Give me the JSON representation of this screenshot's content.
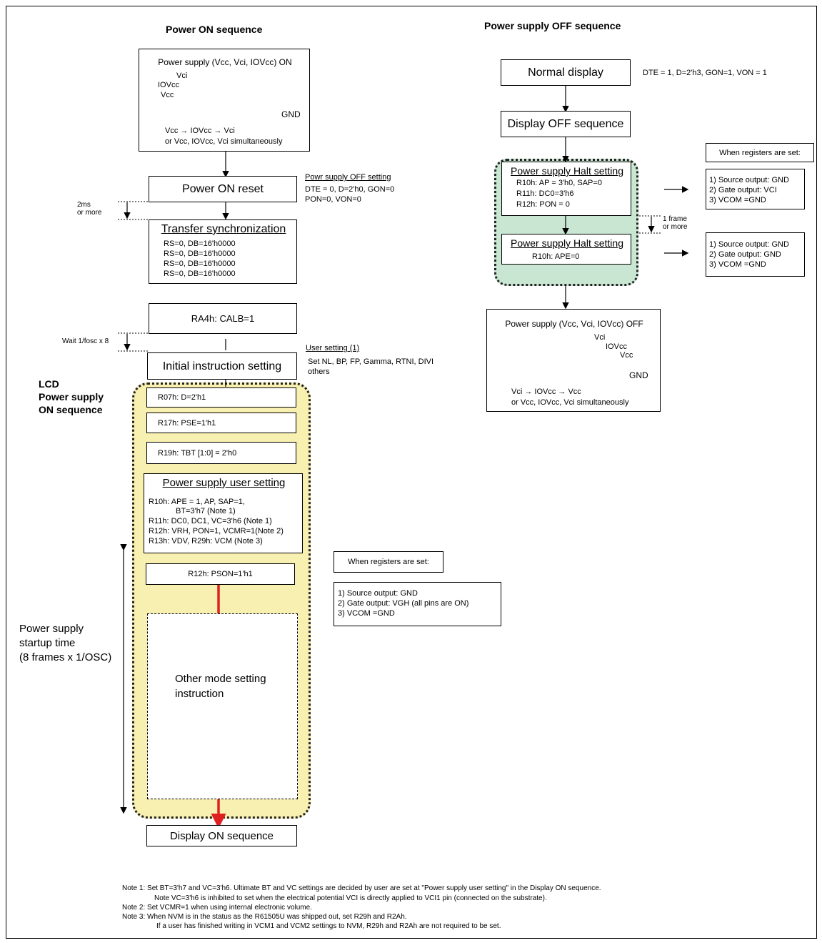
{
  "left": {
    "title": "Power ON sequence",
    "psu_on_box": {
      "title": "Power supply (Vcc, Vci, IOVcc) ON",
      "label_vci": "Vci",
      "label_iovcc": "IOVcc",
      "label_vcc": "Vcc",
      "label_gnd": "GND",
      "order": "Vcc → IOVcc → Vci",
      "alt": "or Vcc, IOVcc, Vci simultaneously"
    },
    "power_on_reset": "Power ON reset",
    "off_setting": {
      "title": "Powr supply OFF setting",
      "line1": "DTE = 0, D=2'h0, GON=0",
      "line2": "PON=0, VON=0"
    },
    "wait_2ms": {
      "line1": "2ms",
      "line2": "or more"
    },
    "transfer_sync": {
      "title": "Transfer synchronization",
      "lines": [
        "RS=0, DB=16'h0000",
        "RS=0, DB=16'h0000",
        "RS=0, DB=16'h0000",
        "RS=0, DB=16'h0000"
      ]
    },
    "ra4h": "RA4h: CALB=1",
    "wait_fosc": "Wait 1/fosc x 8",
    "user_setting": {
      "title": "User setting (1)",
      "line1": "Set NL, BP, FP, Gamma, RTNI, DIVI",
      "line2": "others"
    },
    "initial_instruction": "Initial instruction setting",
    "lcd_label": {
      "line1": "LCD",
      "line2": "Power supply",
      "line3": "ON sequence"
    },
    "r07h": "R07h: D=2'h1",
    "r17h": "R17h: PSE=1'h1",
    "r19h": "R19h: TBT [1:0] = 2'h0",
    "psu_user": {
      "title": "Power supply user setting",
      "lines": [
        "R10h: APE = 1, AP, SAP=1,",
        "BT=3'h7 (Note 1)",
        "R11h: DC0, DC1, VC=3'h6 (Note 1)",
        "R12h: VRH, PON=1, VCMR=1(Note 2)",
        "R13h: VDV, R29h: VCM (Note 3)"
      ]
    },
    "r12h_pson": "R12h: PSON=1'h1",
    "other_mode": {
      "line1": "Other mode setting",
      "line2": "instruction"
    },
    "startup_time": {
      "line1": "Power supply",
      "line2": "startup time",
      "line3": "(8 frames x 1/OSC)"
    },
    "display_on": "Display ON sequence",
    "when_set": "When registers are set:",
    "outputs": [
      "1) Source output: GND",
      "2) Gate output: VGH (all pins are ON)",
      "3) VCOM =GND"
    ]
  },
  "right": {
    "title": "Power supply OFF sequence",
    "normal_display": "Normal display",
    "normal_params": "DTE = 1, D=2'h3, GON=1, VON = 1",
    "display_off": "Display OFF sequence",
    "when_set": "When registers are set:",
    "halt1": {
      "title": "Power supply Halt setting",
      "lines": [
        "R10h: AP = 3'h0, SAP=0",
        "R11h: DC0=3'h6",
        "R12h: PON = 0"
      ]
    },
    "halt1_outputs": [
      "1) Source output: GND",
      "2) Gate output: VCI",
      "3) VCOM =GND"
    ],
    "one_frame": {
      "line1": "1 frame",
      "line2": "or more"
    },
    "halt2": {
      "title": "Power supply Halt setting",
      "line": "R10h: APE=0"
    },
    "halt2_outputs": [
      "1) Source output: GND",
      "2) Gate output: GND",
      "3) VCOM =GND"
    ],
    "psu_off_box": {
      "title": "Power supply (Vcc, Vci, IOVcc) OFF",
      "label_vci": "Vci",
      "label_iovcc": "IOVcc",
      "label_vcc": "Vcc",
      "label_gnd": "GND",
      "order": "Vci → IOVcc → Vcc",
      "alt": "or Vcc, IOVcc, Vci simultaneously"
    }
  },
  "notes": [
    "Note 1: Set BT=3'h7 and VC=3'h6. Ultimate BT and VC settings are decided by user are set at \"Power supply user setting\" in the Display ON sequence.",
    "Note VC=3'h6 is inhibited to set when the electrical potential VCI is directly applied to VCI1 pin (connected on the substrate).",
    "Note 2: Set VCMR=1 when using internal electronic volume.",
    "Note 3: When NVM is in the status as the R61505U was shipped out, set R29h and R2Ah.",
    "If a user has finished writing in VCM1 and VCM2 settings to NVM, R29h and R2Ah are not required to be set."
  ],
  "colors": {
    "yellow_region": "#f8f0b0",
    "green_region": "#c8e6d2",
    "red_arrow": "#e02020"
  }
}
